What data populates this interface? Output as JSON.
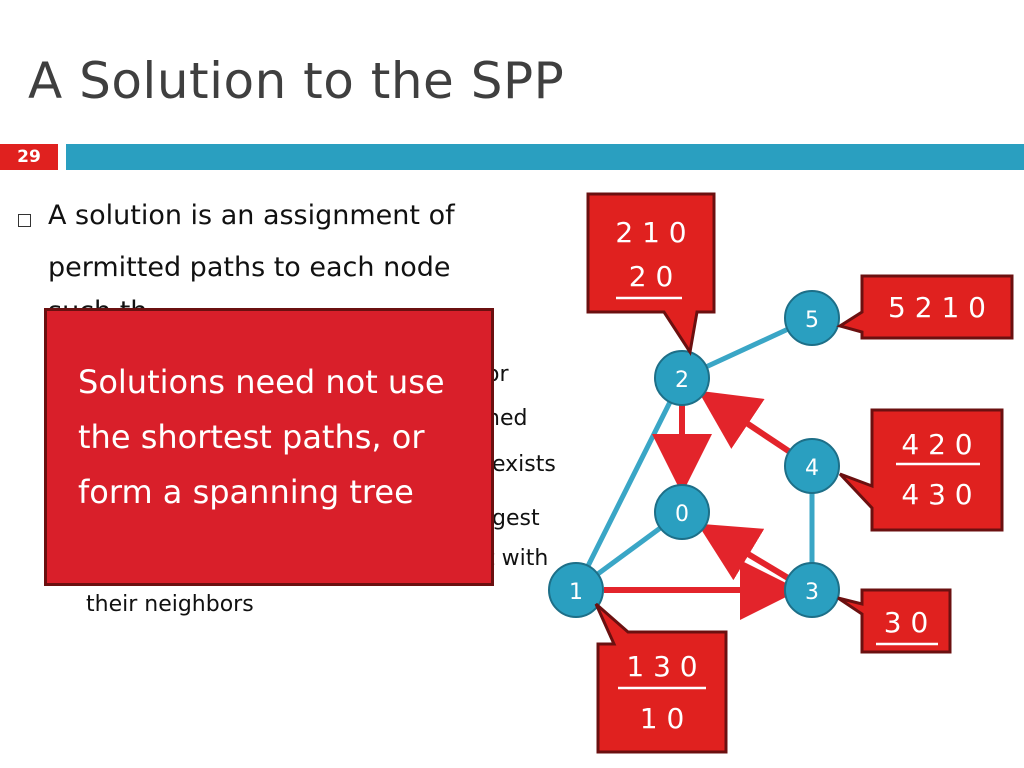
{
  "slide": {
    "title": "A Solution to the SPP",
    "number": "29"
  },
  "bullets": {
    "line1": "A solution is an assignment of",
    "line2": "permitted paths to each node",
    "line3_fragment": "such th",
    "fragments": [
      "or",
      "ned",
      "exists",
      "gest",
      "t with"
    ],
    "sub_last": "their neighbors"
  },
  "overlay": {
    "text": "Solutions need not use the shortest paths, or form a spanning tree"
  },
  "graph": {
    "nodes": [
      {
        "id": "5",
        "label": "5"
      },
      {
        "id": "2",
        "label": "2"
      },
      {
        "id": "4",
        "label": "4"
      },
      {
        "id": "0",
        "label": "0"
      },
      {
        "id": "1",
        "label": "1"
      },
      {
        "id": "3",
        "label": "3"
      }
    ],
    "callouts": {
      "node2": {
        "line1": "2 1 0",
        "line2": "2 0"
      },
      "node5": {
        "line1": "5 2 1 0"
      },
      "node4": {
        "line1": "4 2 0",
        "line2": "4 3 0"
      },
      "node3": {
        "line1": "3 0"
      },
      "node1": {
        "line1": "1 3 0",
        "line2": "1 0"
      }
    }
  },
  "colors": {
    "accent_red": "#e0211f",
    "accent_blue": "#2a9fc0",
    "node_fill": "#2a9fc0",
    "arrow_red": "#e3242b",
    "edge_blue": "#3aa6c6"
  }
}
